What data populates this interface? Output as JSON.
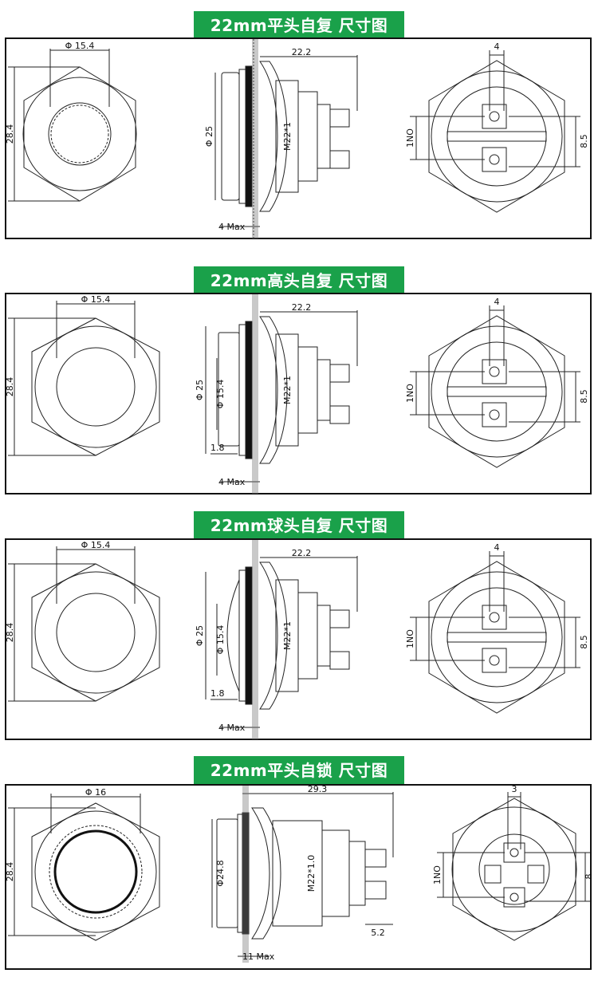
{
  "sections": [
    {
      "title": "22mm平头自复 尺寸图",
      "front": {
        "top_dia": "Φ 15.4",
        "height": "28.4"
      },
      "side": {
        "length": "22.2",
        "dia": "Φ 25",
        "thread": "M22*1",
        "panel": "4 Max"
      },
      "back": {
        "spacing": "4",
        "contact": "1NO",
        "offset": "8.5"
      }
    },
    {
      "title": "22mm高头自复 尺寸图",
      "front": {
        "top_dia": "Φ 15.4",
        "height": "28.4"
      },
      "side": {
        "length": "22.2",
        "dia": "Φ 25",
        "inner": "Φ 15.4",
        "head": "1.8",
        "thread": "M22*1",
        "panel": "4 Max"
      },
      "back": {
        "spacing": "4",
        "contact": "1NO",
        "offset": "8.5"
      }
    },
    {
      "title": "22mm球头自复 尺寸图",
      "front": {
        "top_dia": "Φ 15.4",
        "height": "28.4"
      },
      "side": {
        "length": "22.2",
        "dia": "Φ 25",
        "inner": "Φ 15.4",
        "head": "1.8",
        "thread": "M22*1",
        "panel": "4 Max"
      },
      "back": {
        "spacing": "4",
        "contact": "1NO",
        "offset": "8.5"
      }
    },
    {
      "title": "22mm平头自锁 尺寸图",
      "front": {
        "top_dia": "Φ 16",
        "height": "28.4"
      },
      "side": {
        "length": "29.3",
        "dia": "Φ24.8",
        "thread": "M22*1.0",
        "term": "5.2",
        "panel": "11 Max"
      },
      "back": {
        "spacing": "3",
        "contact": "1NO",
        "offset": "8"
      }
    }
  ]
}
